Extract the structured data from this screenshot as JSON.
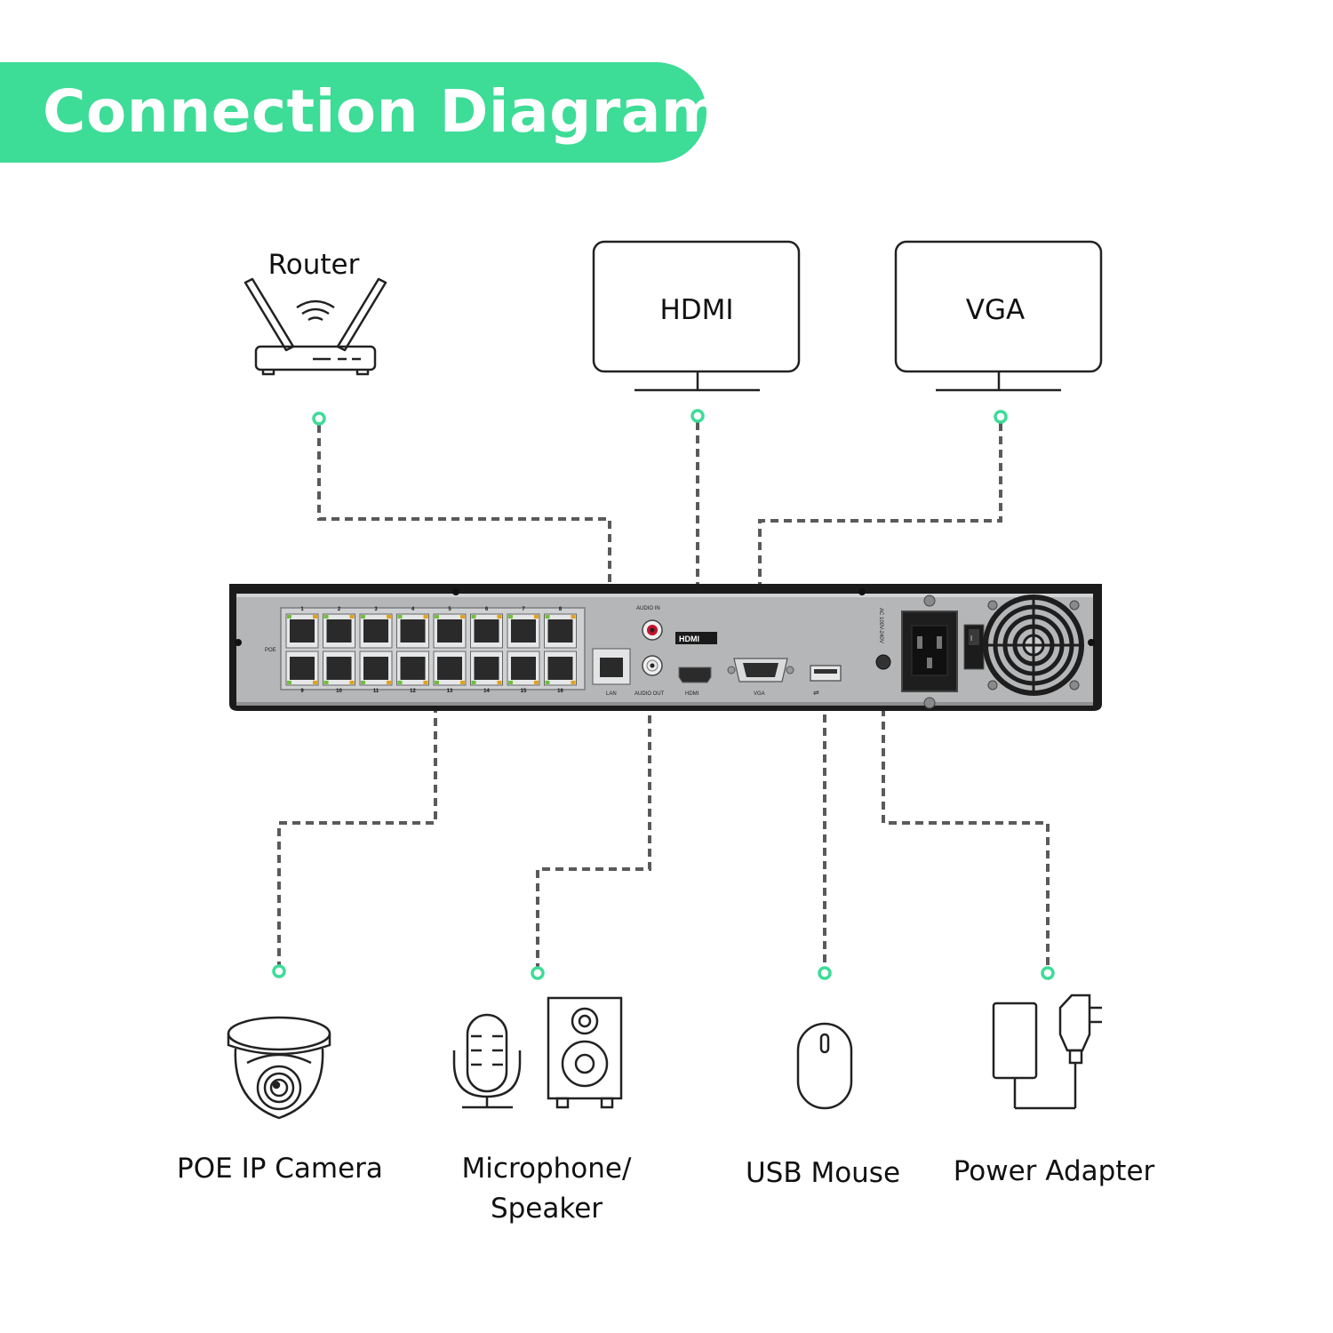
{
  "title": "Connection Diagram",
  "colors": {
    "accent": "#3ddc97",
    "line": "#5a5a5a",
    "node": "#3ddc97"
  },
  "devices": {
    "router": "Router",
    "hdmi_monitor": "HDMI",
    "vga_monitor": "VGA",
    "camera": "POE IP Camera",
    "audio_line1": "Microphone/",
    "audio_line2": "Speaker",
    "mouse": "USB Mouse",
    "power": "Power Adapter"
  },
  "nvr_panel": {
    "poe_label": "POE",
    "port_numbers_top": [
      "1",
      "2",
      "3",
      "4",
      "5",
      "6",
      "7",
      "8"
    ],
    "port_numbers_bottom": [
      "9",
      "10",
      "11",
      "12",
      "13",
      "14",
      "15",
      "16"
    ],
    "lan": "LAN",
    "audio_in": "AUDIO IN",
    "audio_out": "AUDIO OUT",
    "hdmi_logo": "HDMI",
    "vga": "VGA",
    "power_rating": "AC 100V-240V"
  }
}
